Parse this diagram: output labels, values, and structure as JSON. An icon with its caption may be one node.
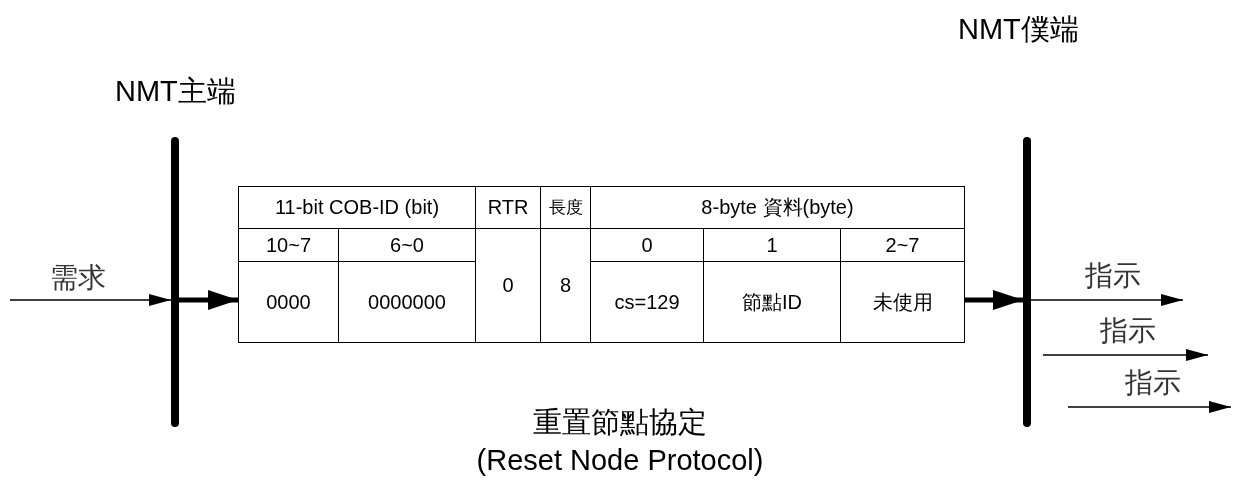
{
  "diagram": {
    "caption": "重置節點協定 (Reset Node Protocol)",
    "nodes": [
      {
        "text": [
          "NMT主端"
        ]
      },
      {
        "text": [
          "NMT僕端"
        ]
      },
      {
        "text": [],
        "shape": "box"
      }
    ],
    "edges": [
      {
        "from": null,
        "to": 0,
        "arrow": "to",
        "label": "需求"
      },
      {
        "from": 0,
        "to": 2,
        "arrow": "to",
        "style": "thick"
      },
      {
        "from": 2,
        "to": 1,
        "arrow": "to",
        "style": "thick"
      },
      {
        "from": 1,
        "to": null,
        "arrow": "to",
        "label": "指示"
      },
      {
        "from": 1,
        "to": null,
        "arrow": "to",
        "label": "指示"
      },
      {
        "from": 1,
        "to": null,
        "arrow": "to",
        "label": "指示"
      }
    ],
    "labels": [
      "11-bit COB-ID (bit)",
      "RTR",
      "長度",
      "8-byte 資料(byte)",
      "10~7",
      "6~0",
      "0",
      "1",
      "2~7",
      "0000",
      "0000000",
      "0",
      "8",
      "cs=129",
      "節點ID",
      "未使用"
    ]
  }
}
